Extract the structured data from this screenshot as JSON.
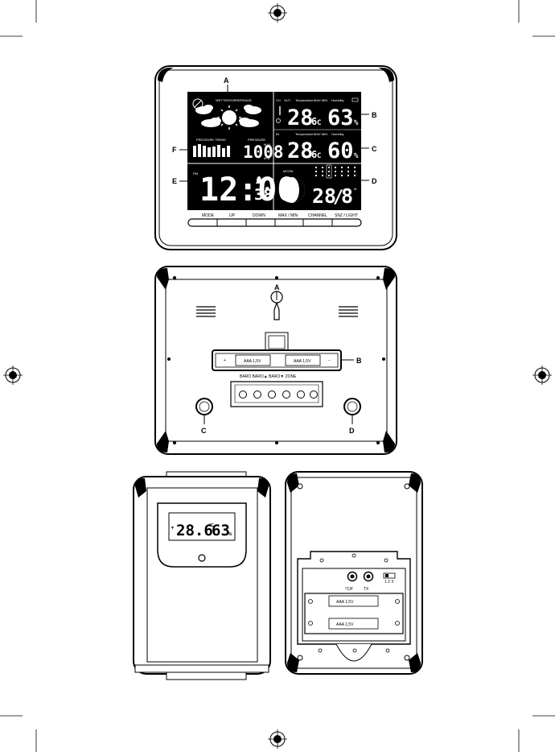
{
  "front": {
    "callouts": [
      "A",
      "B",
      "C",
      "D",
      "E",
      "F"
    ],
    "weather_label": "WETTERVORHERSAGE",
    "out_label": "OUT",
    "temperature_label": "Temperature",
    "maxmin_label": "MAX MIN",
    "humidity_label": "Humidity",
    "out_temp": "28",
    "out_temp_dec": "6",
    "unit_c": "C",
    "out_hum": "63",
    "pct": "%",
    "in_temp": "28",
    "in_temp_dec": "6",
    "in_hum": "60",
    "pressure_trend_label": "PRESSURE TREND",
    "pressure_label": "PRESSURE",
    "pressure_value": "1008",
    "pressure_unit": "hPa",
    "max_label": "MAX",
    "pm_label": "PM",
    "time_hm": "12:00",
    "time_sec": "38",
    "moon_label": "MOON",
    "date_day": "28",
    "date_month": "8",
    "date_sep": "/",
    "date_m": "M",
    "buttons": [
      "MODE",
      "UP",
      "DOWN",
      "MAX / MIN",
      "CHANNEL",
      "SNZ / LIGHT"
    ]
  },
  "back": {
    "callouts": [
      "A",
      "B",
      "C",
      "D"
    ],
    "battery": "AAA 1,5V",
    "ports_label": "BARO  BARO▲ BARO▼ ZONE"
  },
  "sensor": {
    "temp": "28.6",
    "unit": "°C",
    "hum": "63",
    "pct": "%",
    "cf_label": "°C/F",
    "tx_label": "TX",
    "battery": "AAA  1,5V",
    "switch_nums": "1 2 3"
  }
}
